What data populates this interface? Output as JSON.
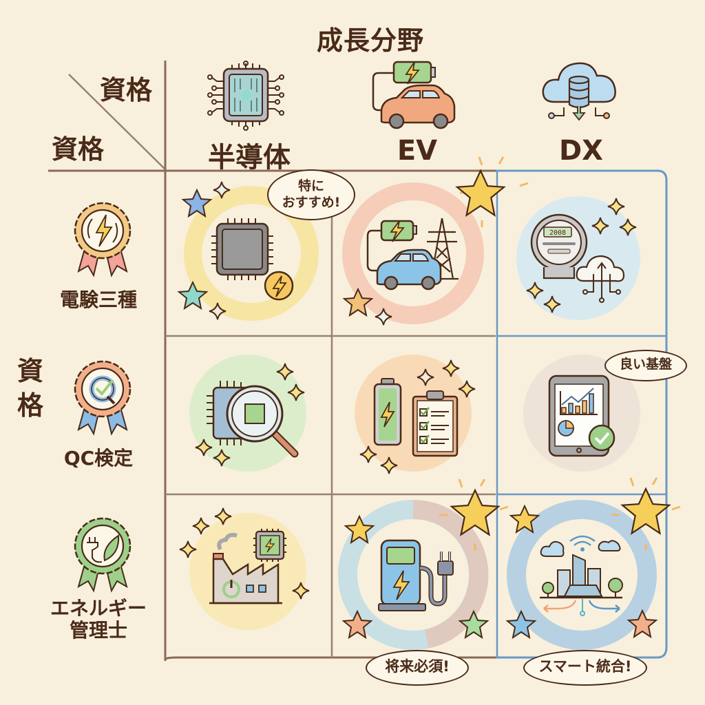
{
  "header": {
    "title": "成長分野",
    "corner_top": "資格",
    "corner_bottom": "資格",
    "row_axis_label": "資格"
  },
  "columns": [
    {
      "id": "semiconductor",
      "label": "半導体",
      "icon": "chip-icon"
    },
    {
      "id": "ev",
      "label": "EV",
      "icon": "ev-car-battery-icon"
    },
    {
      "id": "dx",
      "label": "DX",
      "icon": "cloud-database-icon"
    }
  ],
  "rows": [
    {
      "id": "denken",
      "label": "電験三種",
      "icon": "lightning-badge-icon"
    },
    {
      "id": "qc",
      "label": "QC検定",
      "icon": "qc-check-badge-icon"
    },
    {
      "id": "energy",
      "label_line1": "エネルギー",
      "label_line2": "管理士",
      "icon": "plug-leaf-badge-icon"
    }
  ],
  "cells": [
    {
      "row": "denken",
      "col": "semiconductor",
      "icon": "power-chip-icon",
      "highlight": true
    },
    {
      "row": "denken",
      "col": "ev",
      "icon": "ev-grid-tower-icon",
      "featured_star": true
    },
    {
      "row": "denken",
      "col": "dx",
      "icon": "smart-meter-cloud-icon"
    },
    {
      "row": "qc",
      "col": "semiconductor",
      "icon": "chip-inspection-icon"
    },
    {
      "row": "qc",
      "col": "ev",
      "icon": "battery-checklist-icon"
    },
    {
      "row": "qc",
      "col": "dx",
      "icon": "tablet-analytics-icon"
    },
    {
      "row": "energy",
      "col": "semiconductor",
      "icon": "smart-factory-icon"
    },
    {
      "row": "energy",
      "col": "ev",
      "icon": "charging-station-icon",
      "featured_star": true
    },
    {
      "row": "energy",
      "col": "dx",
      "icon": "smart-city-icon",
      "featured_star": true
    }
  ],
  "callouts": {
    "recommended": "特に\nおすすめ!",
    "recommended_line1": "特に",
    "recommended_line2": "おすすめ!",
    "good_foundation": "良い基盤",
    "future_essential": "将来必須!",
    "smart_integration": "スマート統合!"
  },
  "meter_reading": "2008",
  "colors": {
    "background": "#f8f0dd",
    "ink": "#4a2a18",
    "grid_brown": "#8a6a55",
    "grid_blue": "#6a98c4",
    "yellow": "#f6d86a",
    "orange": "#f0a47a",
    "green": "#9dd08a",
    "blue": "#8cc4e8"
  }
}
